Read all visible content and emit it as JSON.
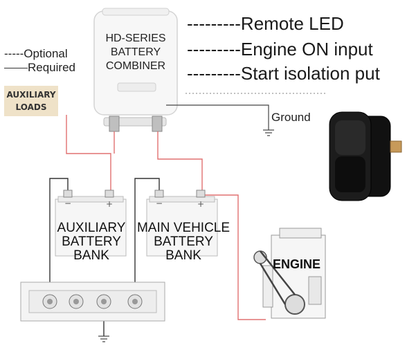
{
  "legend": {
    "optional": "-----Optional",
    "required": "Required"
  },
  "combiner": {
    "line1": "HD-SERIES",
    "line2": "BATTERY",
    "line3": "COMBINER"
  },
  "outputs": {
    "remote_led": "---------Remote LED",
    "engine_on": "---------Engine ON input",
    "start_isolation": "---------Start isolation put"
  },
  "ground_label": "Ground",
  "aux_loads": {
    "line1": "AUXILIARY",
    "line2": "LOADS"
  },
  "aux_bank": {
    "line1": "AUXILIARY",
    "line2": "BATTERY",
    "line3": "BANK"
  },
  "main_bank": {
    "line1": "MAIN VEHICLE",
    "line2": "BATTERY",
    "line3": "BANK"
  },
  "engine_label": "ENGINE",
  "colors": {
    "red_wire": "#e07070",
    "black_wire": "#333333",
    "label_bg": "#efe2c8"
  }
}
